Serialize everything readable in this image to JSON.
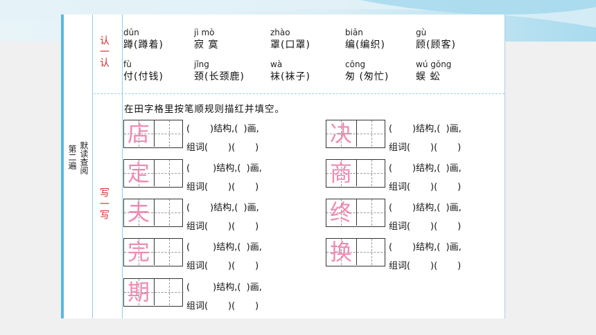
{
  "sidebar": {
    "unit": "第二遍",
    "title": "默读查阅"
  },
  "sections": {
    "recognize": "认一认",
    "write": "写一写"
  },
  "recognize_words": [
    {
      "pinyin": "dūn",
      "text": "蹲(蹲着)"
    },
    {
      "pinyin": "jì mò",
      "text": "寂 寞"
    },
    {
      "pinyin": "zhào",
      "text": "罩(口罩)"
    },
    {
      "pinyin": "biān",
      "text": "编(编织)"
    },
    {
      "pinyin": "gù",
      "text": "顾(顾客)"
    },
    {
      "pinyin": "fù",
      "text": "付(付钱)"
    },
    {
      "pinyin": "jǐng",
      "text": "颈(长颈鹿)"
    },
    {
      "pinyin": "wà",
      "text": "袜(袜子)"
    },
    {
      "pinyin": "cōng",
      "text": "匆 (匆忙)"
    },
    {
      "pinyin": "wú gōng",
      "text": "蜈  蚣"
    }
  ],
  "instruction": "在田字格里按笔顺规则描红并填空。",
  "write_chars": [
    "店",
    "定",
    "夫",
    "完",
    "期",
    "决",
    "商",
    "终",
    "换"
  ],
  "blanks": {
    "line1_a": "(        )结构,(  )画,",
    "line1_b": "(       )结构,(  )画,",
    "line2": "组词(       )(       )"
  }
}
